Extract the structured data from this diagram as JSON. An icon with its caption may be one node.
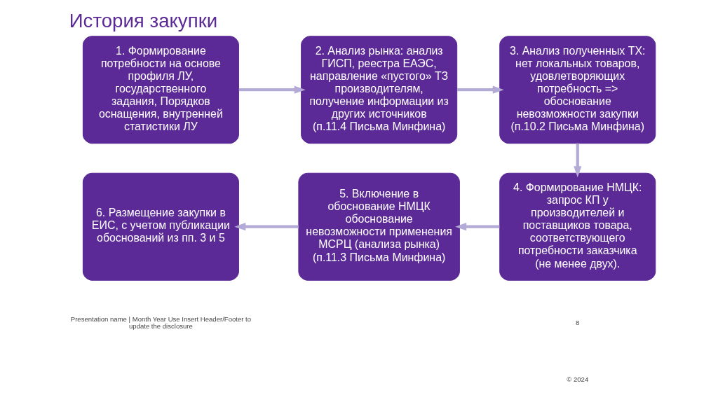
{
  "diagram": {
    "title": "История закупки",
    "nodes": [
      {
        "text": [
          "1. Формирование потребности на основе профиля ЛУ, государственного задания, Порядков оснащения, внутренней статистики ЛУ"
        ]
      },
      {
        "text": [
          "2. Анализ рынка: анализ ГИСП, реестра ЕАЭС, направление «пустого» ТЗ производителям, получение информации из других источников (п.11.4 Письма Минфина)"
        ]
      },
      {
        "text": [
          "3. Анализ полученных ТХ: нет локальных товаров, удовлетворяющих потребность => обоснование невозможности закупки (п.10.2 Письма Минфина)"
        ]
      },
      {
        "text": [
          "4. Формирование НМЦК: запрос КП у производителей и поставщиков товара, соответствующего потребности заказчика (не менее двух)."
        ]
      },
      {
        "text": [
          "5. Включение в обоснование НМЦК обоснование невозможности применения МСРЦ (анализа рынка) (п.11.3 Письма Минфина)"
        ]
      },
      {
        "text": [
          "6. Размещение закупки в ЕИС, с учетом публикации обоснований из пп. 3 и 5"
        ]
      }
    ],
    "edges": [
      {
        "from": 0,
        "to": 1,
        "arrow": "to"
      },
      {
        "from": 1,
        "to": 2,
        "arrow": "to"
      },
      {
        "from": 2,
        "to": 3,
        "arrow": "to"
      },
      {
        "from": 3,
        "to": 4,
        "arrow": "to"
      },
      {
        "from": 4,
        "to": 5,
        "arrow": "to"
      }
    ],
    "labels": [
      "Presentation name | Month Year Use Insert Header/Footer to update the disclosure",
      "© 2024",
      "8"
    ]
  }
}
